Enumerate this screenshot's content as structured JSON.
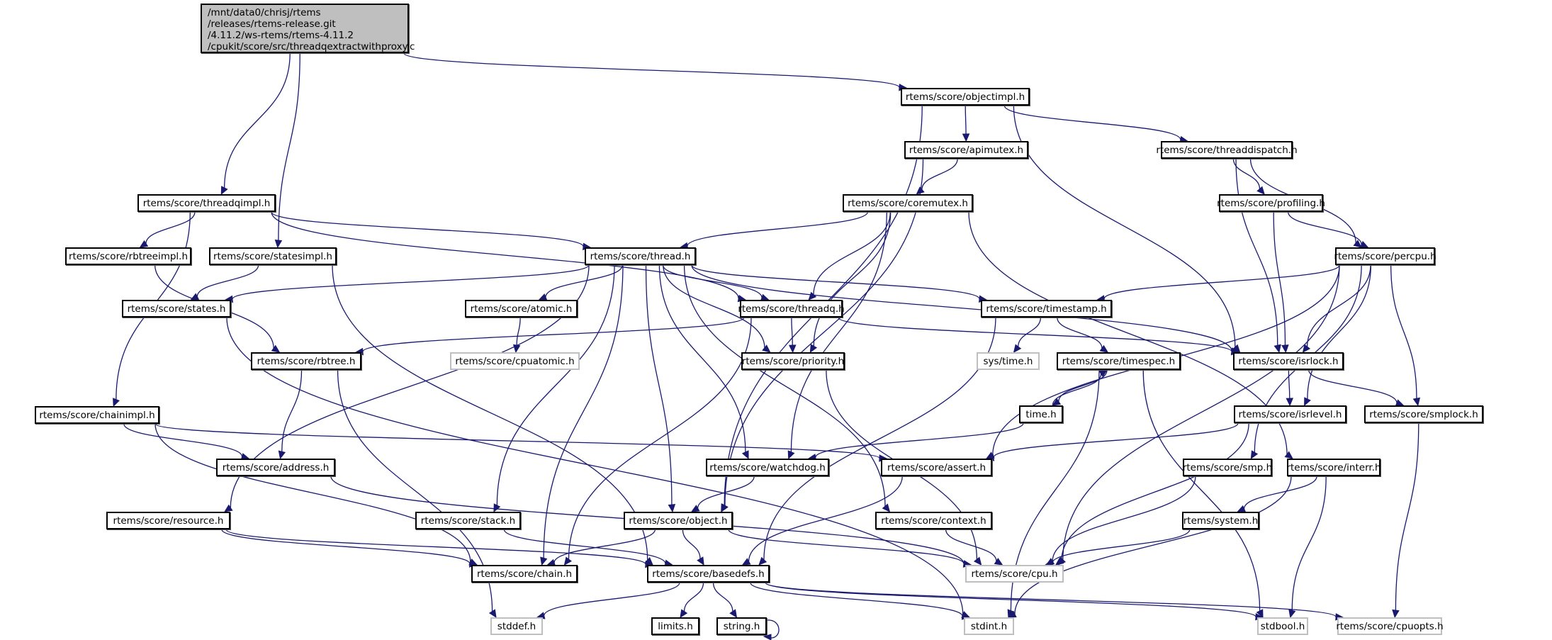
{
  "graph": {
    "title": "Include dependency graph for threadqextractwithproxy.c",
    "root": {
      "id": "root",
      "label_lines": [
        "/mnt/data0/chrisj/rtems",
        "/releases/rtems-release.git",
        "/4.11.2/ws-rtems/rtems-4.11.2",
        "/cpukit/score/src/threadqextractwithproxy.c"
      ]
    },
    "nodes": [
      {
        "id": "objectimpl",
        "label": "rtems/score/objectimpl.h",
        "external": false
      },
      {
        "id": "threadqimpl",
        "label": "rtems/score/threadqimpl.h",
        "external": false
      },
      {
        "id": "apimutex",
        "label": "rtems/score/apimutex.h",
        "external": false
      },
      {
        "id": "threaddispatch",
        "label": "rtems/score/threaddispatch.h",
        "external": false
      },
      {
        "id": "coremutex",
        "label": "rtems/score/coremutex.h",
        "external": false
      },
      {
        "id": "profiling",
        "label": "rtems/score/profiling.h",
        "external": false
      },
      {
        "id": "rbtreeimpl",
        "label": "rtems/score/rbtreeimpl.h",
        "external": false
      },
      {
        "id": "statesimpl",
        "label": "rtems/score/statesimpl.h",
        "external": false
      },
      {
        "id": "thread",
        "label": "rtems/score/thread.h",
        "external": false
      },
      {
        "id": "percpu",
        "label": "rtems/score/percpu.h",
        "external": false
      },
      {
        "id": "states",
        "label": "rtems/score/states.h",
        "external": false
      },
      {
        "id": "atomic",
        "label": "rtems/score/atomic.h",
        "external": false
      },
      {
        "id": "threadq",
        "label": "rtems/score/threadq.h",
        "external": false
      },
      {
        "id": "timestamp",
        "label": "rtems/score/timestamp.h",
        "external": false
      },
      {
        "id": "cpuatomic",
        "label": "rtems/score/cpuatomic.h",
        "external": true
      },
      {
        "id": "rbtree",
        "label": "rtems/score/rbtree.h",
        "external": false
      },
      {
        "id": "priority",
        "label": "rtems/score/priority.h",
        "external": false
      },
      {
        "id": "systime",
        "label": "sys/time.h",
        "external": true
      },
      {
        "id": "timespec",
        "label": "rtems/score/timespec.h",
        "external": false
      },
      {
        "id": "isrlock",
        "label": "rtems/score/isrlock.h",
        "external": false
      },
      {
        "id": "chainimpl",
        "label": "rtems/score/chainimpl.h",
        "external": false
      },
      {
        "id": "time",
        "label": "time.h",
        "external": false
      },
      {
        "id": "isrlevel",
        "label": "rtems/score/isrlevel.h",
        "external": false
      },
      {
        "id": "smplock",
        "label": "rtems/score/smplock.h",
        "external": false
      },
      {
        "id": "address",
        "label": "rtems/score/address.h",
        "external": false
      },
      {
        "id": "watchdog",
        "label": "rtems/score/watchdog.h",
        "external": false
      },
      {
        "id": "assert",
        "label": "rtems/score/assert.h",
        "external": false
      },
      {
        "id": "smp",
        "label": "rtems/score/smp.h",
        "external": false
      },
      {
        "id": "interr",
        "label": "rtems/score/interr.h",
        "external": false
      },
      {
        "id": "resource",
        "label": "rtems/score/resource.h",
        "external": false
      },
      {
        "id": "stack",
        "label": "rtems/score/stack.h",
        "external": false
      },
      {
        "id": "object",
        "label": "rtems/score/object.h",
        "external": false
      },
      {
        "id": "context",
        "label": "rtems/score/context.h",
        "external": false
      },
      {
        "id": "system",
        "label": "rtems/system.h",
        "external": false
      },
      {
        "id": "chain",
        "label": "rtems/score/chain.h",
        "external": false
      },
      {
        "id": "basedefs",
        "label": "rtems/score/basedefs.h",
        "external": false
      },
      {
        "id": "cpu",
        "label": "rtems/score/cpu.h",
        "external": true
      },
      {
        "id": "stddef",
        "label": "stddef.h",
        "external": true
      },
      {
        "id": "limits",
        "label": "limits.h",
        "external": false
      },
      {
        "id": "string",
        "label": "string.h",
        "external": false
      },
      {
        "id": "stdint",
        "label": "stdint.h",
        "external": true
      },
      {
        "id": "stdbool",
        "label": "stdbool.h",
        "external": true
      },
      {
        "id": "cpuopts",
        "label": "rtems/score/cpuopts.h",
        "external": true
      }
    ],
    "edges": [
      [
        "root",
        "objectimpl"
      ],
      [
        "root",
        "threadqimpl"
      ],
      [
        "root",
        "statesimpl"
      ],
      [
        "objectimpl",
        "apimutex"
      ],
      [
        "objectimpl",
        "threaddispatch"
      ],
      [
        "objectimpl",
        "isrlock"
      ],
      [
        "objectimpl",
        "object"
      ],
      [
        "apimutex",
        "coremutex"
      ],
      [
        "apimutex",
        "object"
      ],
      [
        "threaddispatch",
        "profiling"
      ],
      [
        "threaddispatch",
        "percpu"
      ],
      [
        "threaddispatch",
        "isrlock"
      ],
      [
        "profiling",
        "percpu"
      ],
      [
        "profiling",
        "isrlock"
      ],
      [
        "coremutex",
        "thread"
      ],
      [
        "coremutex",
        "threadq"
      ],
      [
        "coremutex",
        "priority"
      ],
      [
        "coremutex",
        "watchdog"
      ],
      [
        "coremutex",
        "interr"
      ],
      [
        "threadqimpl",
        "rbtreeimpl"
      ],
      [
        "threadqimpl",
        "thread"
      ],
      [
        "threadqimpl",
        "threadq"
      ],
      [
        "threadqimpl",
        "chainimpl"
      ],
      [
        "rbtreeimpl",
        "rbtree"
      ],
      [
        "statesimpl",
        "states"
      ],
      [
        "statesimpl",
        "basedefs"
      ],
      [
        "thread",
        "states"
      ],
      [
        "thread",
        "atomic"
      ],
      [
        "thread",
        "threadq"
      ],
      [
        "thread",
        "priority"
      ],
      [
        "thread",
        "timestamp"
      ],
      [
        "thread",
        "isrlock"
      ],
      [
        "thread",
        "resource"
      ],
      [
        "thread",
        "stack"
      ],
      [
        "thread",
        "object"
      ],
      [
        "thread",
        "watchdog"
      ],
      [
        "thread",
        "context"
      ],
      [
        "thread",
        "chain"
      ],
      [
        "percpu",
        "timestamp"
      ],
      [
        "percpu",
        "isrlock"
      ],
      [
        "percpu",
        "isrlevel"
      ],
      [
        "percpu",
        "smplock"
      ],
      [
        "percpu",
        "assert"
      ],
      [
        "percpu",
        "smp"
      ],
      [
        "percpu",
        "cpu"
      ],
      [
        "states",
        "stdint"
      ],
      [
        "atomic",
        "cpuatomic"
      ],
      [
        "threadq",
        "rbtree"
      ],
      [
        "threadq",
        "priority"
      ],
      [
        "threadq",
        "isrlock"
      ],
      [
        "threadq",
        "chain"
      ],
      [
        "timestamp",
        "systime"
      ],
      [
        "timestamp",
        "timespec"
      ],
      [
        "timestamp",
        "basedefs"
      ],
      [
        "timespec",
        "time"
      ],
      [
        "timespec",
        "stdint"
      ],
      [
        "timespec",
        "stdbool"
      ],
      [
        "time",
        "timespec"
      ],
      [
        "time",
        "watchdog"
      ],
      [
        "rbtree",
        "address"
      ],
      [
        "rbtree",
        "stddef"
      ],
      [
        "priority",
        "cpu"
      ],
      [
        "isrlock",
        "isrlevel"
      ],
      [
        "isrlock",
        "smplock"
      ],
      [
        "isrlevel",
        "assert"
      ],
      [
        "isrlevel",
        "cpu"
      ],
      [
        "smplock",
        "cpuopts"
      ],
      [
        "chainimpl",
        "address"
      ],
      [
        "chainimpl",
        "assert"
      ],
      [
        "chainimpl",
        "chain"
      ],
      [
        "address",
        "cpu"
      ],
      [
        "watchdog",
        "object"
      ],
      [
        "assert",
        "basedefs"
      ],
      [
        "smp",
        "cpu"
      ],
      [
        "interr",
        "system"
      ],
      [
        "interr",
        "stdint"
      ],
      [
        "interr",
        "stdbool"
      ],
      [
        "resource",
        "chain"
      ],
      [
        "resource",
        "basedefs"
      ],
      [
        "stack",
        "basedefs"
      ],
      [
        "object",
        "chain"
      ],
      [
        "object",
        "basedefs"
      ],
      [
        "object",
        "cpu"
      ],
      [
        "context",
        "cpu"
      ],
      [
        "system",
        "cpu"
      ],
      [
        "basedefs",
        "stddef"
      ],
      [
        "basedefs",
        "limits"
      ],
      [
        "basedefs",
        "string"
      ],
      [
        "basedefs",
        "stdint"
      ],
      [
        "basedefs",
        "stdbool"
      ],
      [
        "basedefs",
        "cpuopts"
      ],
      [
        "string",
        "string"
      ]
    ],
    "colors": {
      "edge": "#191970",
      "root_fill": "#bfbfbf",
      "node_border": "#000000",
      "external_border": "#bfbfbf"
    }
  }
}
